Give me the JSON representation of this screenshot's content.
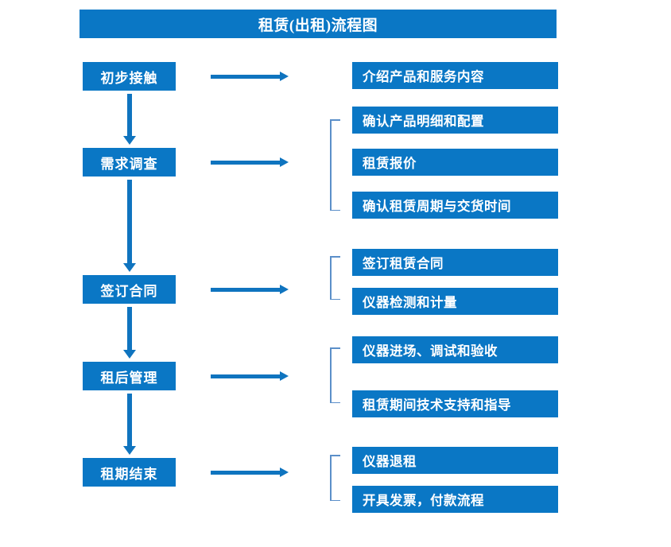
{
  "header": {
    "title": "租赁(出租)流程图"
  },
  "colors": {
    "primary_blue": "#0a77c5",
    "arrow_blue": "#0f74bf",
    "bracket_blue": "#5b8fc9",
    "background": "#ffffff",
    "text": "#ffffff"
  },
  "stages": [
    {
      "label": "初步接触"
    },
    {
      "label": "需求调查"
    },
    {
      "label": "签订合同"
    },
    {
      "label": "租后管理"
    },
    {
      "label": "租期结束"
    }
  ],
  "details": [
    {
      "label": "介绍产品和服务内容"
    },
    {
      "label": "确认产品明细和配置"
    },
    {
      "label": "租赁报价"
    },
    {
      "label": "确认租赁周期与交货时间"
    },
    {
      "label": "签订租赁合同"
    },
    {
      "label": "仪器检测和计量"
    },
    {
      "label": "仪器进场、调试和验收"
    },
    {
      "label": "租赁期间技术支持和指导"
    },
    {
      "label": "仪器退租"
    },
    {
      "label": "开具发票，付款流程"
    }
  ]
}
